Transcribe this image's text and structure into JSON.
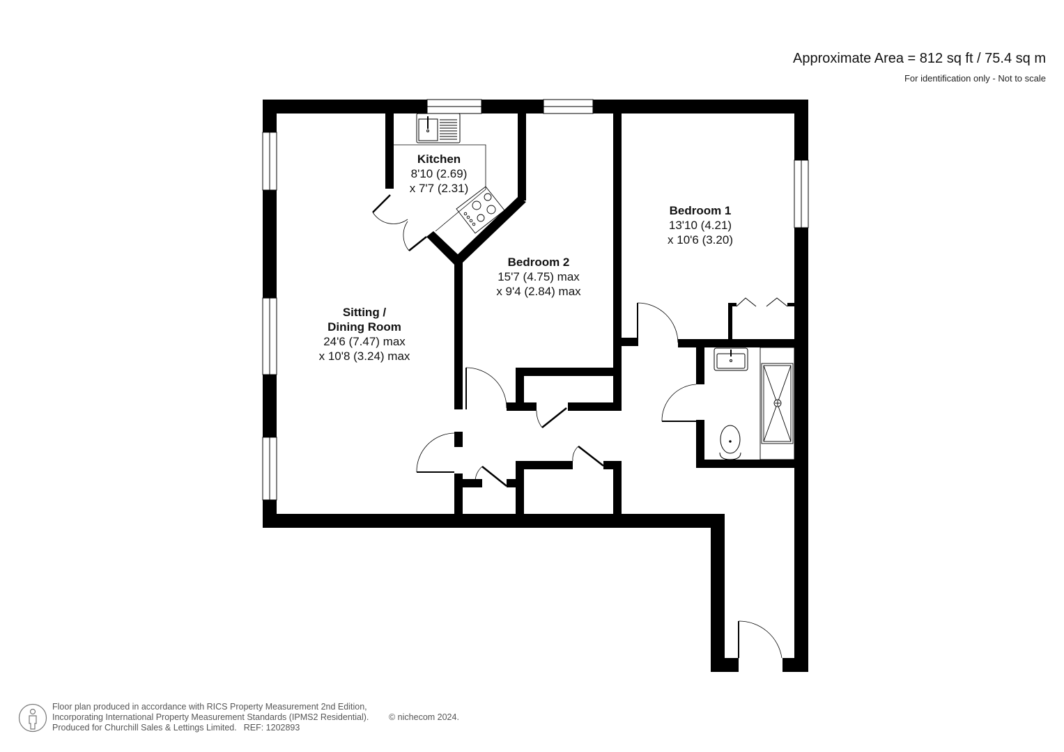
{
  "header": {
    "area": "Approximate Area = 812 sq ft / 75.4 sq m",
    "disclaimer": "For identification only - Not to scale"
  },
  "rooms": [
    {
      "name": "Kitchen",
      "dim1": "8'10 (2.69)",
      "dim2": "x 7'7 (2.31)"
    },
    {
      "name": "Bedroom 2",
      "dim1": "15'7 (4.75) max",
      "dim2": "x 9'4 (2.84) max"
    },
    {
      "name": "Bedroom 1",
      "dim1": "13'10 (4.21)",
      "dim2": "x 10'6 (3.20)"
    },
    {
      "name_line1": "Sitting /",
      "name_line2": "Dining Room",
      "dim1": "24'6 (7.47) max",
      "dim2": "x 10'8 (3.24) max"
    }
  ],
  "fixtures": [
    "kitchen-sink-icon",
    "hob-icon",
    "basin-icon",
    "shower-tray-icon",
    "toilet-icon",
    "wardrobe-doors-icon"
  ],
  "footer": {
    "line1": "Floor plan produced in accordance with RICS Property Measurement 2nd Edition,",
    "line2": "Incorporating International Property Measurement Standards (IPMS2 Residential).",
    "copyright": "© nichecom 2024.",
    "line3": "Produced for Churchill Sales & Lettings Limited.",
    "ref": "REF: 1202893",
    "icon": "person-icon"
  },
  "colors": {
    "wall": "#000000",
    "background": "#ffffff",
    "text": "#111111",
    "footer_text": "#555555"
  }
}
